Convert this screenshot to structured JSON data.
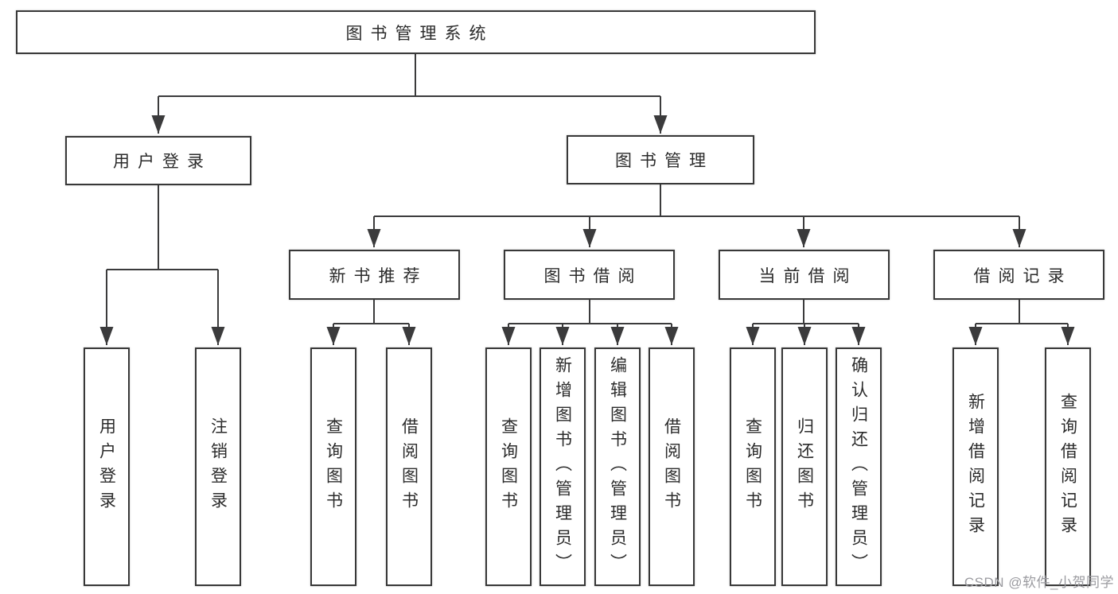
{
  "colors": {
    "line": "#3b3b3c",
    "box_border": "#383838",
    "text": "#2b2b2b",
    "watermark": "#9b9ba0",
    "background": "#ffffff"
  },
  "root": {
    "label": "图书管理系统"
  },
  "level2": {
    "user_login": {
      "label": "用户登录"
    },
    "book_mgmt": {
      "label": "图书管理"
    }
  },
  "level3": {
    "new_books": {
      "label": "新书推荐"
    },
    "book_borrow": {
      "label": "图书借阅"
    },
    "current_borrow": {
      "label": "当前借阅"
    },
    "borrow_records": {
      "label": "借阅记录"
    }
  },
  "leaves": {
    "user_login": [
      "用户登录",
      "注销登录"
    ],
    "new_books": [
      "查询图书",
      "借阅图书"
    ],
    "book_borrow": [
      "查询图书",
      "新增图书（管理员）",
      "编辑图书（管理员）",
      "借阅图书"
    ],
    "current_borrow": [
      "查询图书",
      "归还图书",
      "确认归还（管理员）"
    ],
    "borrow_records": [
      "新增借阅记录",
      "查询借阅记录"
    ]
  },
  "watermark": "CSDN @软件_小贺同学"
}
